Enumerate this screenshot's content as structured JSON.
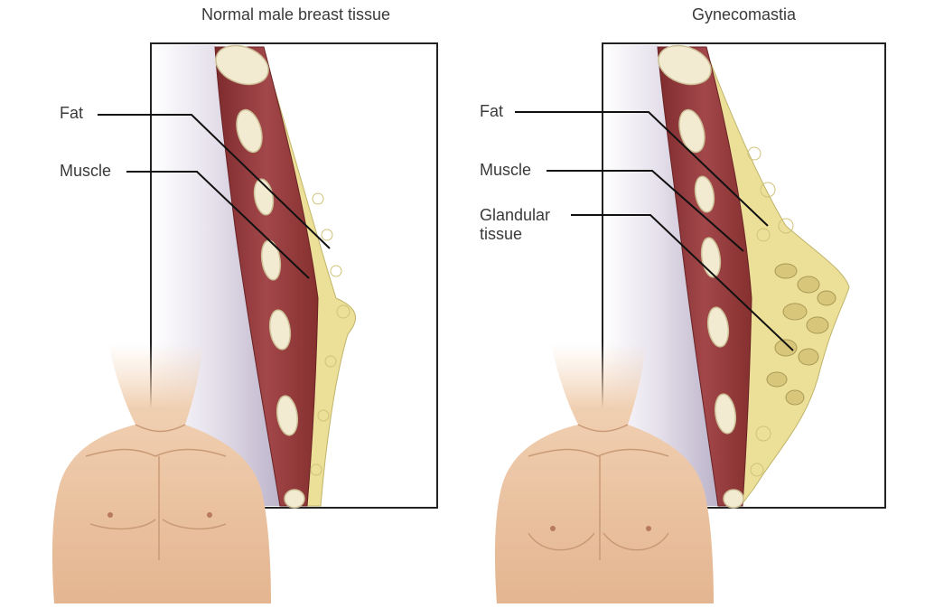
{
  "panels": [
    {
      "title": "Normal male breast tissue",
      "labels": {
        "fat": "Fat",
        "muscle": "Muscle"
      }
    },
    {
      "title": "Gynecomastia",
      "labels": {
        "fat": "Fat",
        "muscle": "Muscle",
        "glandular_line1": "Glandular",
        "glandular_line2": "tissue"
      }
    }
  ],
  "colors": {
    "muscle": "#9a3a3c",
    "fat": "#ecdf98",
    "bone": "#f3ead2",
    "skin": "#e9bd97",
    "shadow": "#cdc6d8"
  }
}
